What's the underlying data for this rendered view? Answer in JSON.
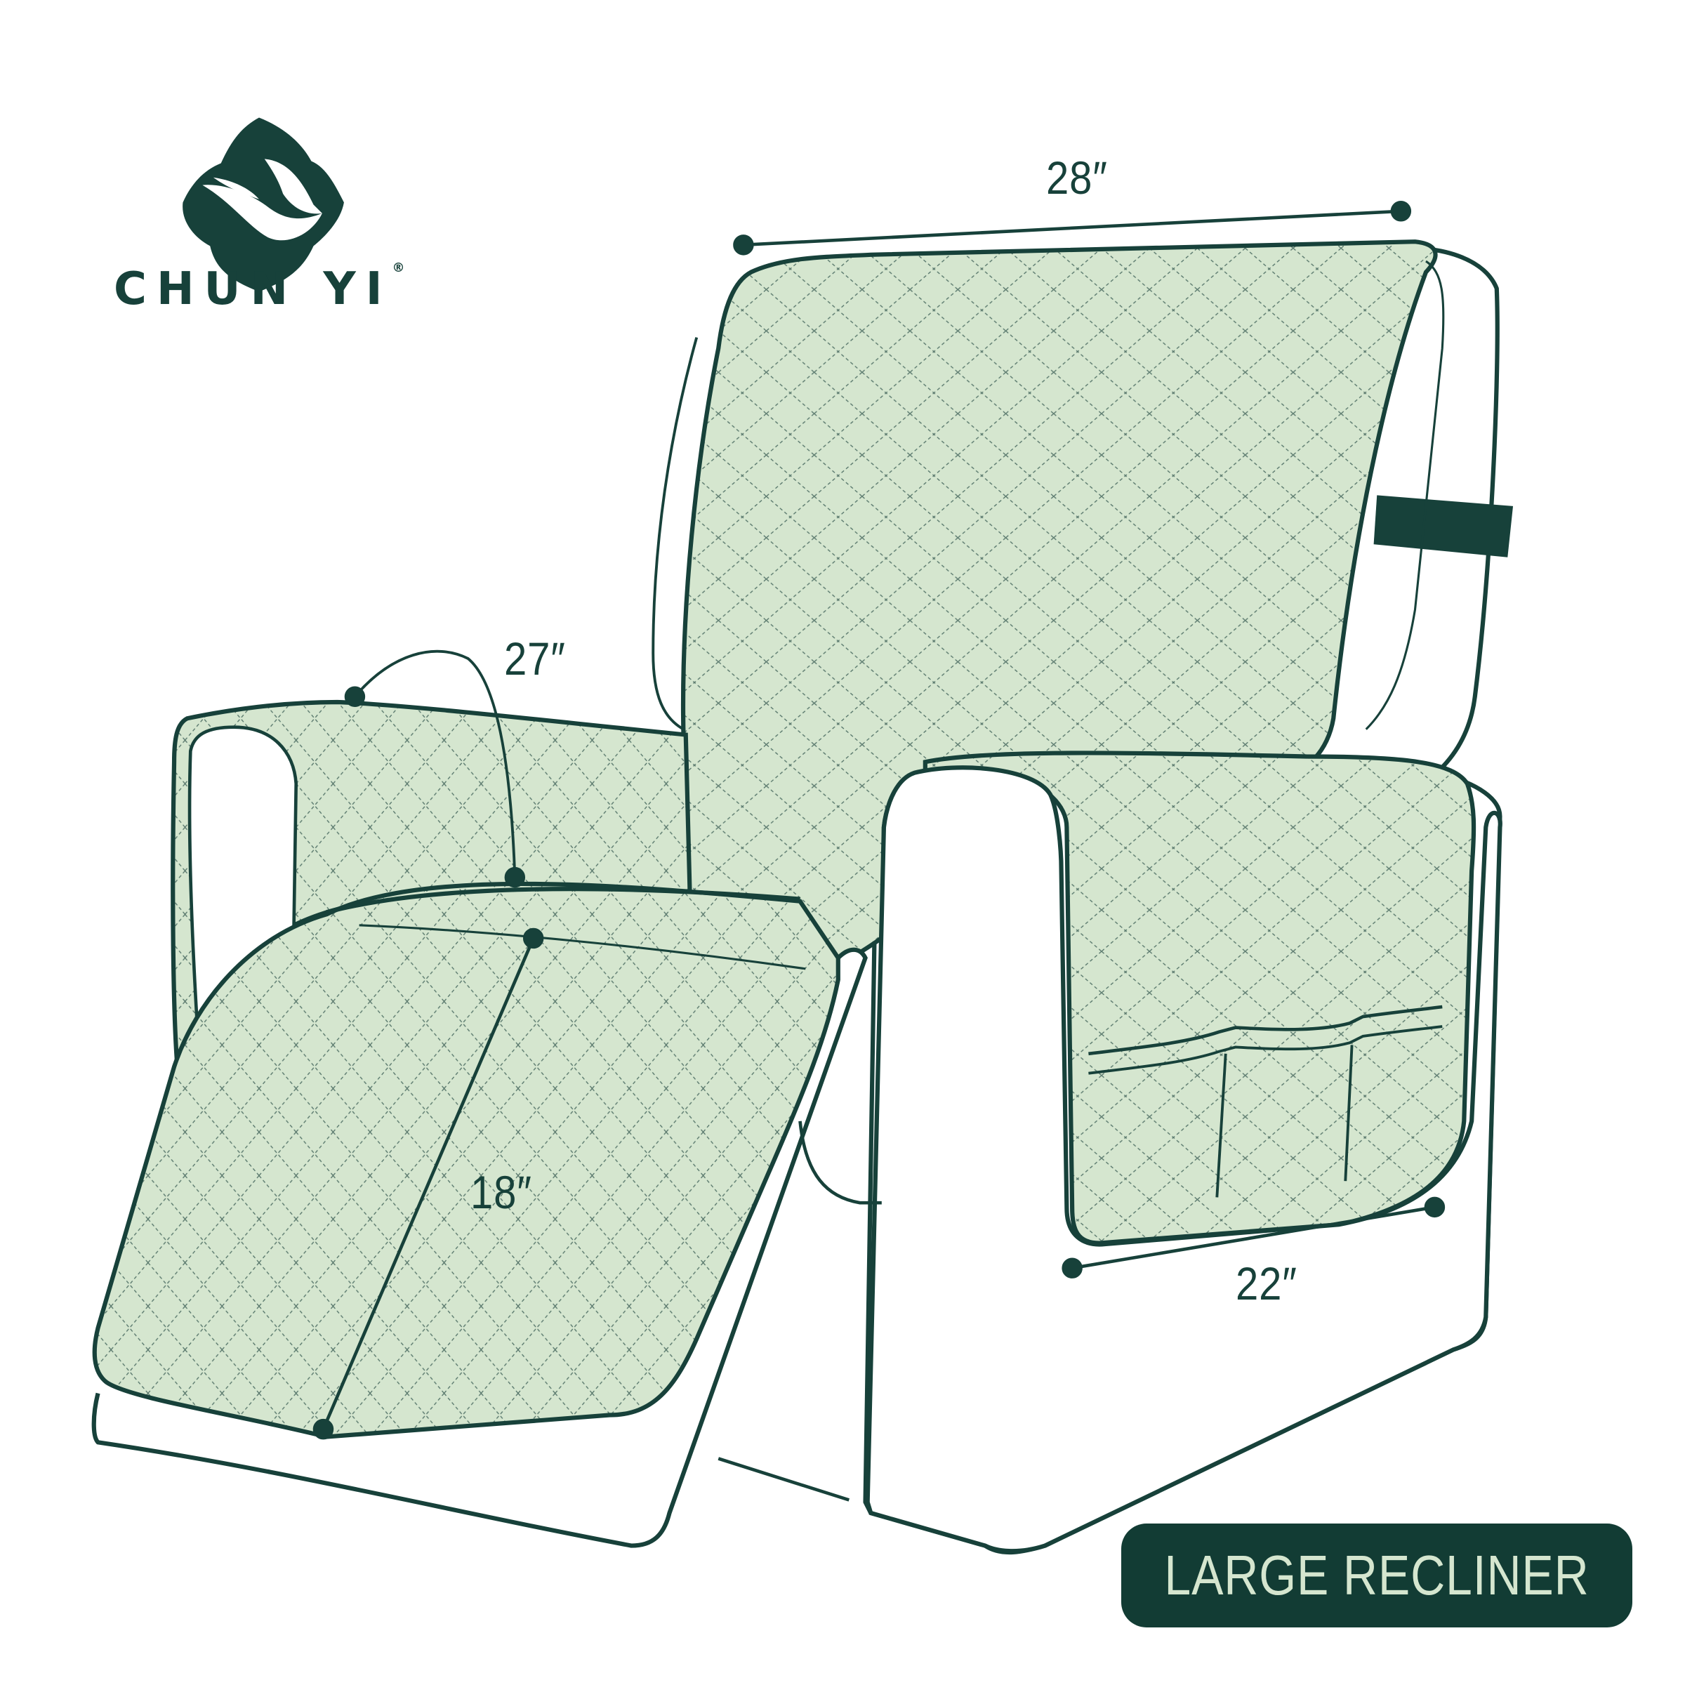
{
  "brand": {
    "name": "CHUN YI",
    "registered_mark": "®",
    "logo_icon": "leaf-bird-emblem-icon"
  },
  "product": {
    "size_label": "LARGE RECLINER"
  },
  "dimensions": {
    "backrest_width": "28″",
    "armrest_length": "27″",
    "footrest_length": "18″",
    "side_pocket_width": "22″"
  },
  "colors": {
    "outline": "#17413a",
    "fabric": "#d5e6cf",
    "quilting": "#5b7a6e",
    "badge_bg": "#123c34",
    "badge_text": "#d5e6cf"
  }
}
